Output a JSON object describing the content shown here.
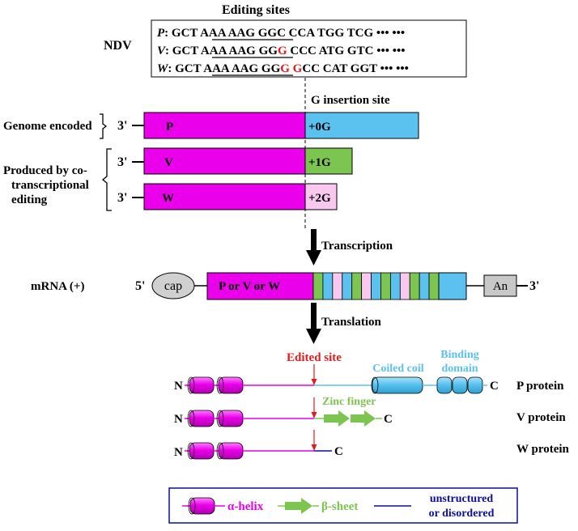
{
  "header": {
    "editing_sites_title": "Editing sites",
    "ndv_label": "NDV"
  },
  "sequences": [
    {
      "label": "P",
      "sep": ":",
      "pre": "GCT ",
      "underlined": "AAA AAG GG",
      "inserted": "",
      "post": "C CCA TGG TCG",
      "dots": "••• •••"
    },
    {
      "label": "V",
      "sep": ":",
      "pre": "GCT ",
      "underlined": "AAA AAG GG",
      "inserted": "G",
      "post": " CCC ATG GTC",
      "dots": "••• •••"
    },
    {
      "label": "W",
      "sep": ":",
      "pre": "GCT ",
      "underlined": "AAA AAG GG",
      "inserted": "G G",
      "post": "CC CAT GGT",
      "dots": "••• •••"
    }
  ],
  "genome": {
    "insertion_label": "G insertion site",
    "genome_encoded_label": "Genome encoded",
    "coediting_label_lines": [
      "Produced by co-",
      "transcriptional",
      "editing"
    ],
    "prime_3": "3'",
    "rows": [
      {
        "name": "P",
        "suffix": "+0G",
        "suffix_color": "#5bc2f0"
      },
      {
        "name": "V",
        "suffix": "+1G",
        "suffix_color": "#7dc551"
      },
      {
        "name": "W",
        "suffix": "+2G",
        "suffix_color": "#f8c8ee"
      }
    ]
  },
  "transcription_label": "Transcription",
  "mrna": {
    "label": "mRNA (+)",
    "prime_5": "5'",
    "cap": "cap",
    "body_label": "P or V or W",
    "an": "An",
    "prime_3": "3'",
    "stripes": [
      "#7dc551",
      "#5bc2f0",
      "#f8c8ee",
      "#5bc2f0",
      "#7dc551",
      "#f8c8ee",
      "#5bc2f0",
      "#7dc551",
      "#5bc2f0",
      "#f8c8ee",
      "#7dc551",
      "#5bc2f0",
      "#7dc551"
    ]
  },
  "translation_label": "Translation",
  "proteins": {
    "edited_site_label": "Edited site",
    "coiled_coil_label": "Coiled coil",
    "binding_domain_lines": [
      "Binding",
      "domain"
    ],
    "zinc_finger_label": "Zinc finger",
    "n_terminus": "N",
    "c_terminus": "C",
    "names": [
      "P protein",
      "V protein",
      "W protein"
    ]
  },
  "legend": {
    "helix": "α-helix",
    "sheet": "β-sheet",
    "unstructured_lines": [
      "unstructured",
      "or disordered"
    ]
  },
  "colors": {
    "magenta": "#ea00ea",
    "blue": "#5bc2f0",
    "green": "#7dc551",
    "pink": "#f8c8ee",
    "red": "#e41b1b",
    "navy": "#0d0d9e"
  }
}
